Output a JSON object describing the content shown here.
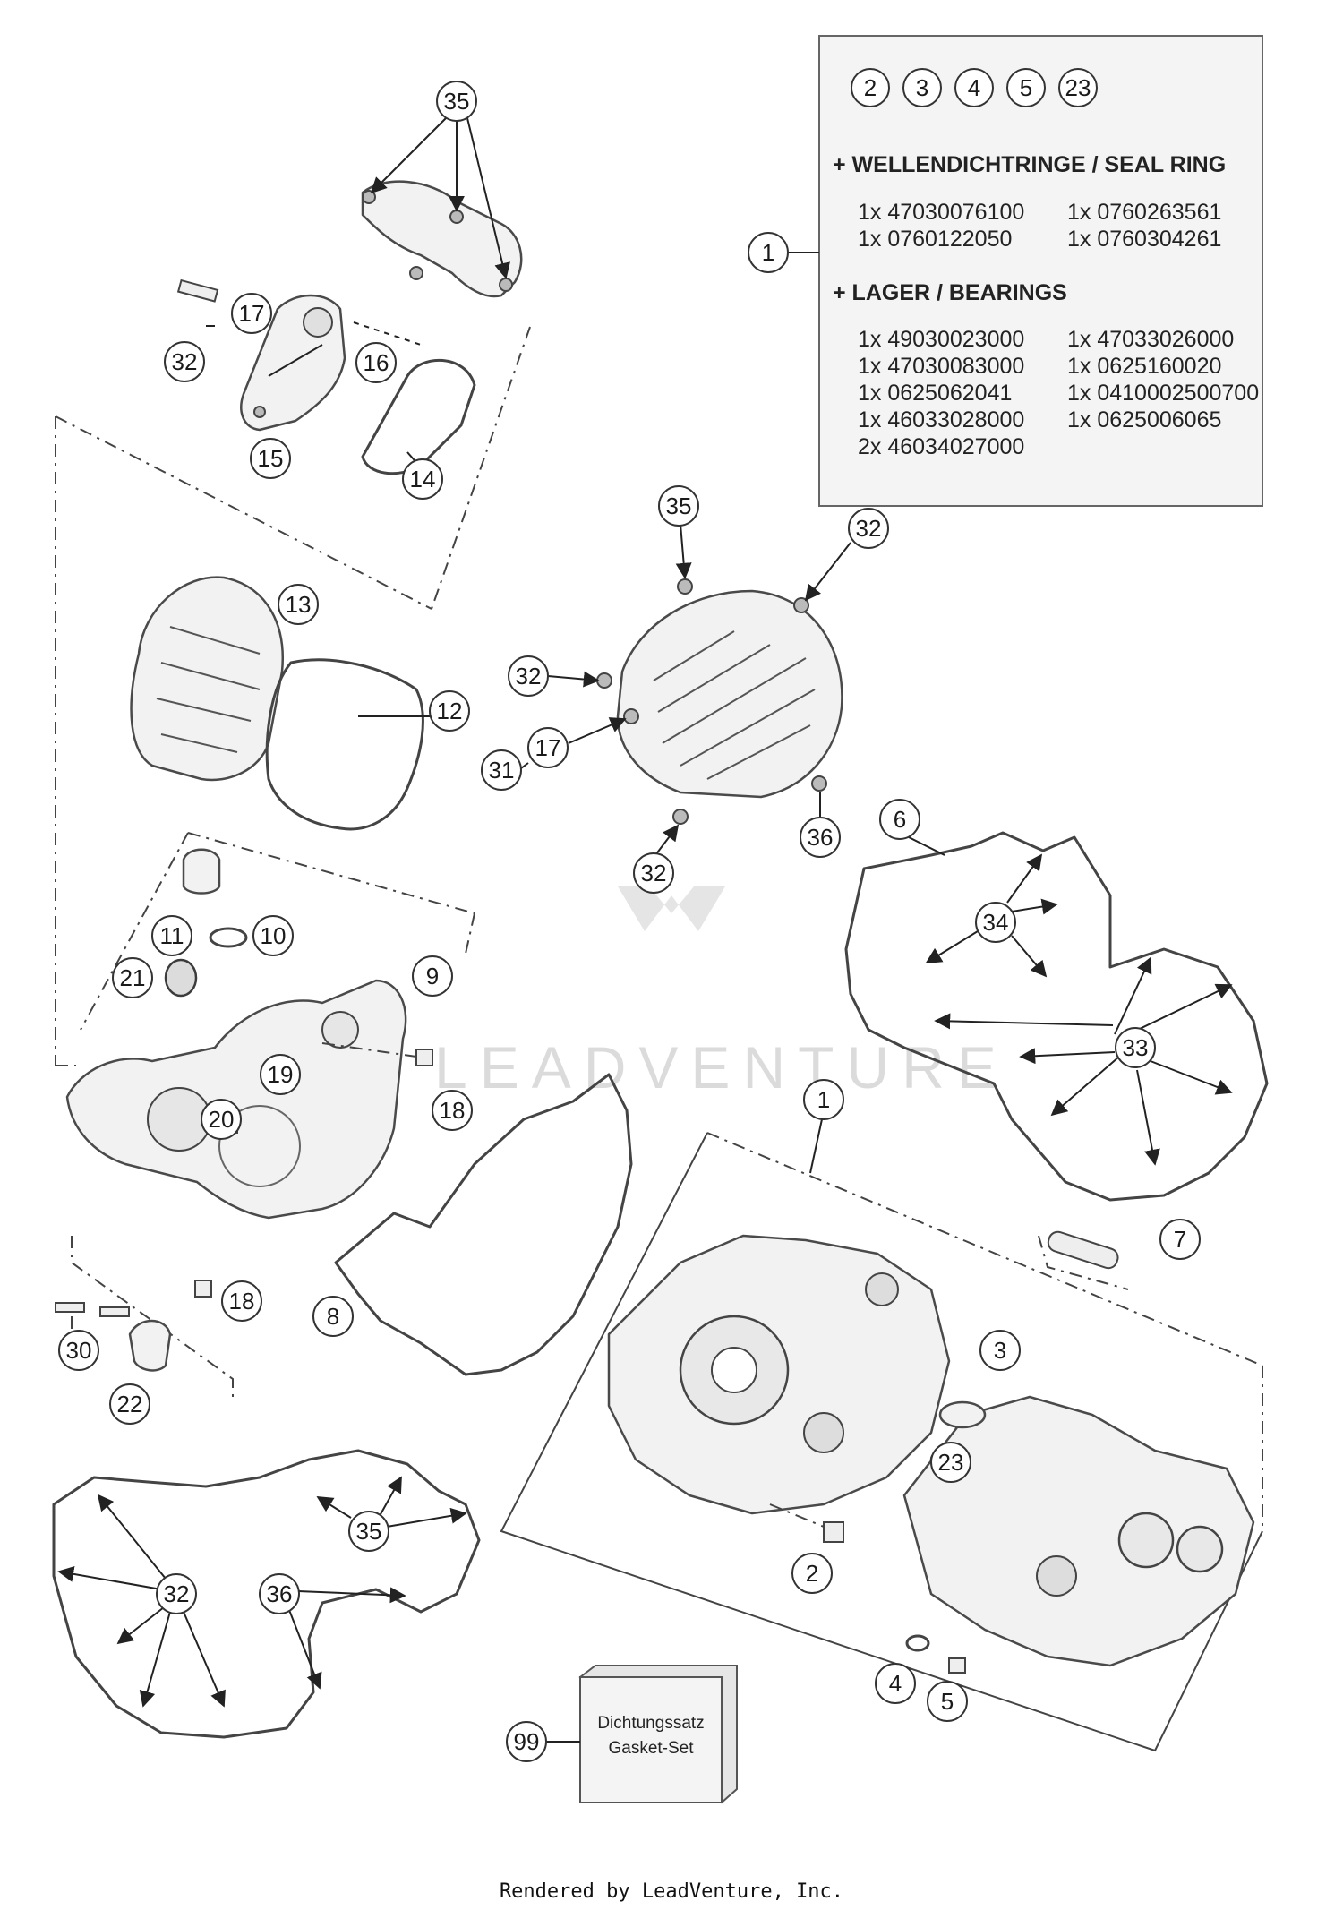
{
  "info_box": {
    "kit_numbers": [
      "2",
      "3",
      "4",
      "5",
      "23"
    ],
    "seal_heading": "+ WELLENDICHTRINGE / SEAL RING",
    "seal_rows": [
      [
        "1x 47030076100",
        "1x 0760263561"
      ],
      [
        "1x 0760122050",
        "1x 0760304261"
      ]
    ],
    "bearing_heading": "+ LAGER / BEARINGS",
    "bearing_rows": [
      [
        "1x 49030023000",
        "1x 47033026000"
      ],
      [
        "1x 47030083000",
        "1x 0625160020"
      ],
      [
        "1x 0625062041",
        "1x 0410002500700"
      ],
      [
        "1x 46033028000",
        "1x 0625006065"
      ],
      [
        "2x 46034027000",
        ""
      ]
    ]
  },
  "callouts": {
    "c35a": "35",
    "c17a": "17",
    "c32a": "32",
    "c16": "16",
    "c15": "15",
    "c14": "14",
    "c13": "13",
    "c12": "12",
    "c11": "11",
    "c10": "10",
    "c21": "21",
    "c9": "9",
    "c19": "19",
    "c20": "20",
    "c18a": "18",
    "c18b": "18",
    "c8": "8",
    "c30": "30",
    "c22": "22",
    "c35b": "35",
    "c32b": "32",
    "c32c": "32",
    "c17b": "17",
    "c31": "31",
    "c32d": "32",
    "c36a": "36",
    "c1a": "1",
    "c6": "6",
    "c34": "34",
    "c33": "33",
    "c1b": "1",
    "c7": "7",
    "c3": "3",
    "c23": "23",
    "c2": "2",
    "c4": "4",
    "c5": "5",
    "c35c": "35",
    "c32e": "32",
    "c36b": "36",
    "c99": "99"
  },
  "gasket_set": {
    "line1": "Dichtungssatz",
    "line2": "Gasket-Set"
  },
  "watermark": "LEADVENTURE",
  "footer": "Rendered by LeadVenture, Inc."
}
